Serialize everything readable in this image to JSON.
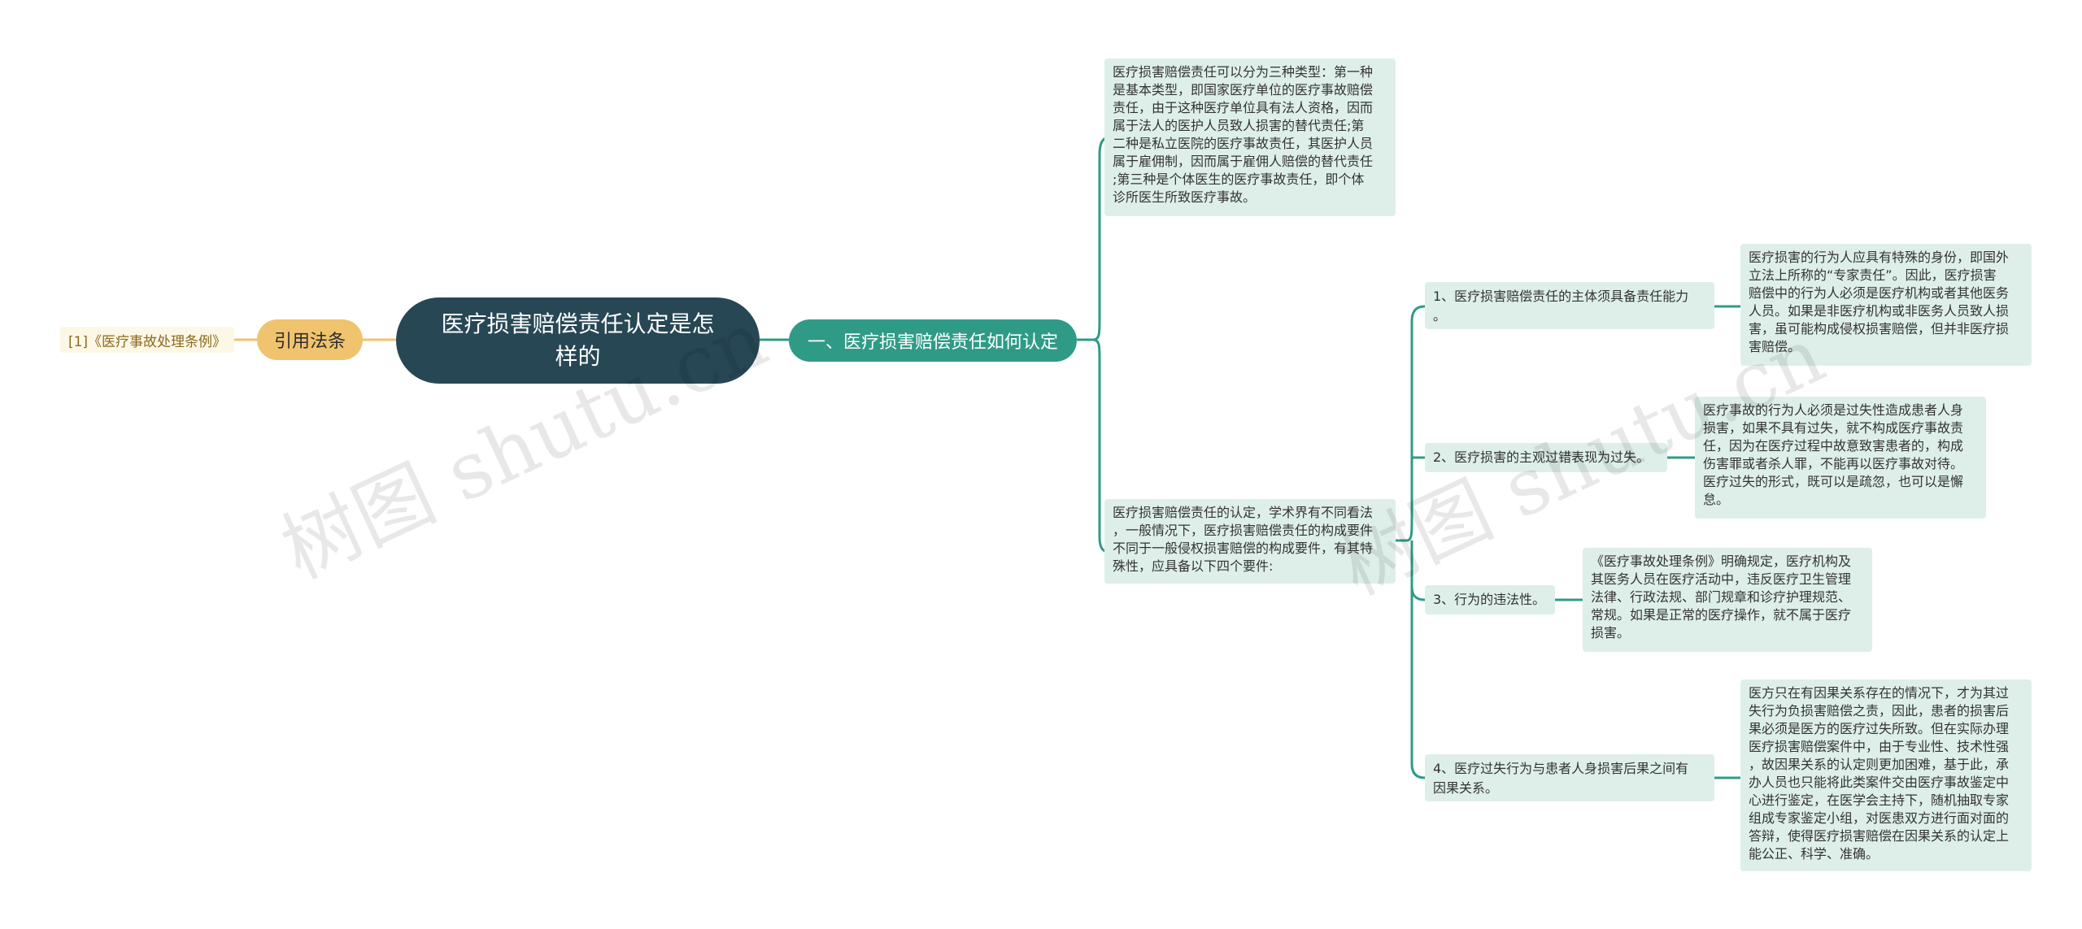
{
  "root": {
    "title": "医疗损害赔偿责任认定是怎样的"
  },
  "citation": {
    "label": "引用法条",
    "ref": "[1]《医疗事故处理条例》"
  },
  "branch": {
    "label": "一、医疗损害赔偿责任如何认定"
  },
  "detail_types": "医疗损害赔偿责任可以分为三种类型：第一种\n是基本类型，即国家医疗单位的医疗事故赔偿\n责任，由于这种医疗单位具有法人资格，因而\n属于法人的医护人员致人损害的替代责任;第\n二种是私立医院的医疗事故责任，其医护人员\n属于雇佣制，因而属于雇佣人赔偿的替代责任\n;第三种是个体医生的医疗事故责任，即个体\n诊所医生所致医疗事故。",
  "detail_elements": "医疗损害赔偿责任的认定，学术界有不同看法\n，一般情况下，医疗损害赔偿责任的构成要件\n不同于一般侵权损害赔偿的构成要件，有其特\n殊性，应具备以下四个要件:",
  "items": [
    {
      "label": "1、医疗损害赔偿责任的主体须具备责任能力\n。",
      "detail": "医疗损害的行为人应具有特殊的身份，即国外\n立法上所称的“专家责任”。因此，医疗损害\n赔偿中的行为人必须是医疗机构或者其他医务\n人员。如果是非医疗机构或非医务人员致人损\n害，虽可能构成侵权损害赔偿，但并非医疗损\n害赔偿。"
    },
    {
      "label": "2、医疗损害的主观过错表现为过失。",
      "detail": "医疗事故的行为人必须是过失性造成患者人身\n损害，如果不具有过失，就不构成医疗事故责\n任，因为在医疗过程中故意致害患者的，构成\n伤害罪或者杀人罪，不能再以医疗事故对待。\n医疗过失的形式，既可以是疏忽，也可以是懈\n怠。"
    },
    {
      "label": "3、行为的违法性。",
      "detail": "《医疗事故处理条例》明确规定，医疗机构及\n其医务人员在医疗活动中，违反医疗卫生管理\n法律、行政法规、部门规章和诊疗护理规范、\n常规。如果是正常的医疗操作，就不属于医疗\n损害。"
    },
    {
      "label": "4、医疗过失行为与患者人身损害后果之间有\n因果关系。",
      "detail": "医方只在有因果关系存在的情况下，才为其过\n失行为负损害赔偿之责，因此，患者的损害后\n果必须是医方的医疗过失所致。但在实际办理\n医疗损害赔偿案件中，由于专业性、技术性强\n，故因果关系的认定则更加困难，基于此，承\n办人员也只能将此类案件交由医疗事故鉴定中\n心进行鉴定，在医学会主持下，随机抽取专家\n组成专家鉴定小组，对医患双方进行面对面的\n答辩，使得医疗损害赔偿在因果关系的认定上\n能公正、科学、准确。"
    }
  ],
  "watermarks": [
    "树图 shutu.cn",
    "树图 shutu.cn"
  ],
  "colors": {
    "root": "#274755",
    "branch": "#2f9b87",
    "citation": "#f0c36e",
    "box": "#deefea",
    "line": "#2f9b87",
    "cite_line": "#f0c36e"
  }
}
